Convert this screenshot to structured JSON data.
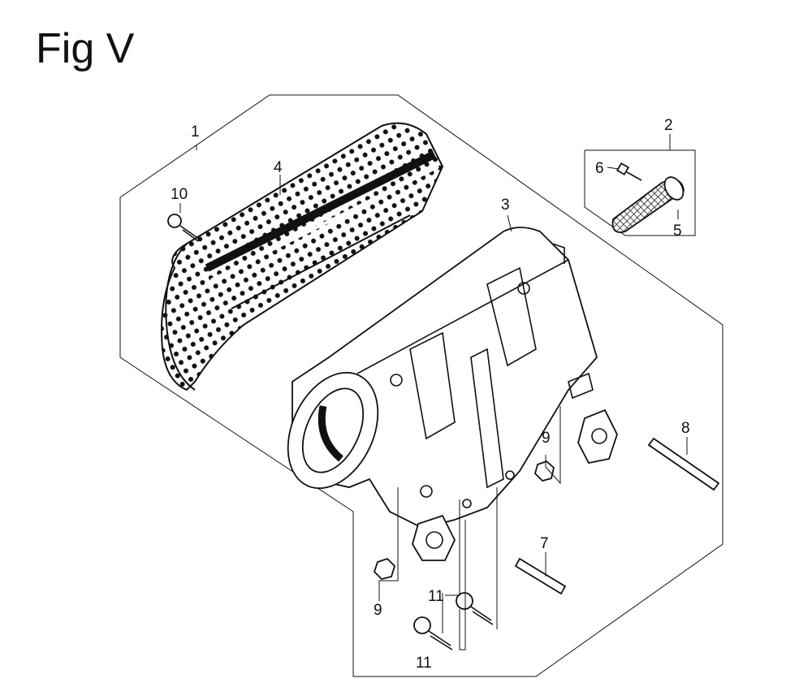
{
  "figure": {
    "title": "Fig V"
  },
  "callouts": [
    {
      "id": "c1",
      "text": "1"
    },
    {
      "id": "c2",
      "text": "2"
    },
    {
      "id": "c3",
      "text": "3"
    },
    {
      "id": "c4",
      "text": "4"
    },
    {
      "id": "c5",
      "text": "5"
    },
    {
      "id": "c6",
      "text": "6"
    },
    {
      "id": "c7",
      "text": "7"
    },
    {
      "id": "c8",
      "text": "8"
    },
    {
      "id": "c9a",
      "text": "9"
    },
    {
      "id": "c9b",
      "text": "9"
    },
    {
      "id": "c10",
      "text": "10"
    },
    {
      "id": "c11a",
      "text": "11"
    },
    {
      "id": "c11b",
      "text": "11"
    }
  ]
}
